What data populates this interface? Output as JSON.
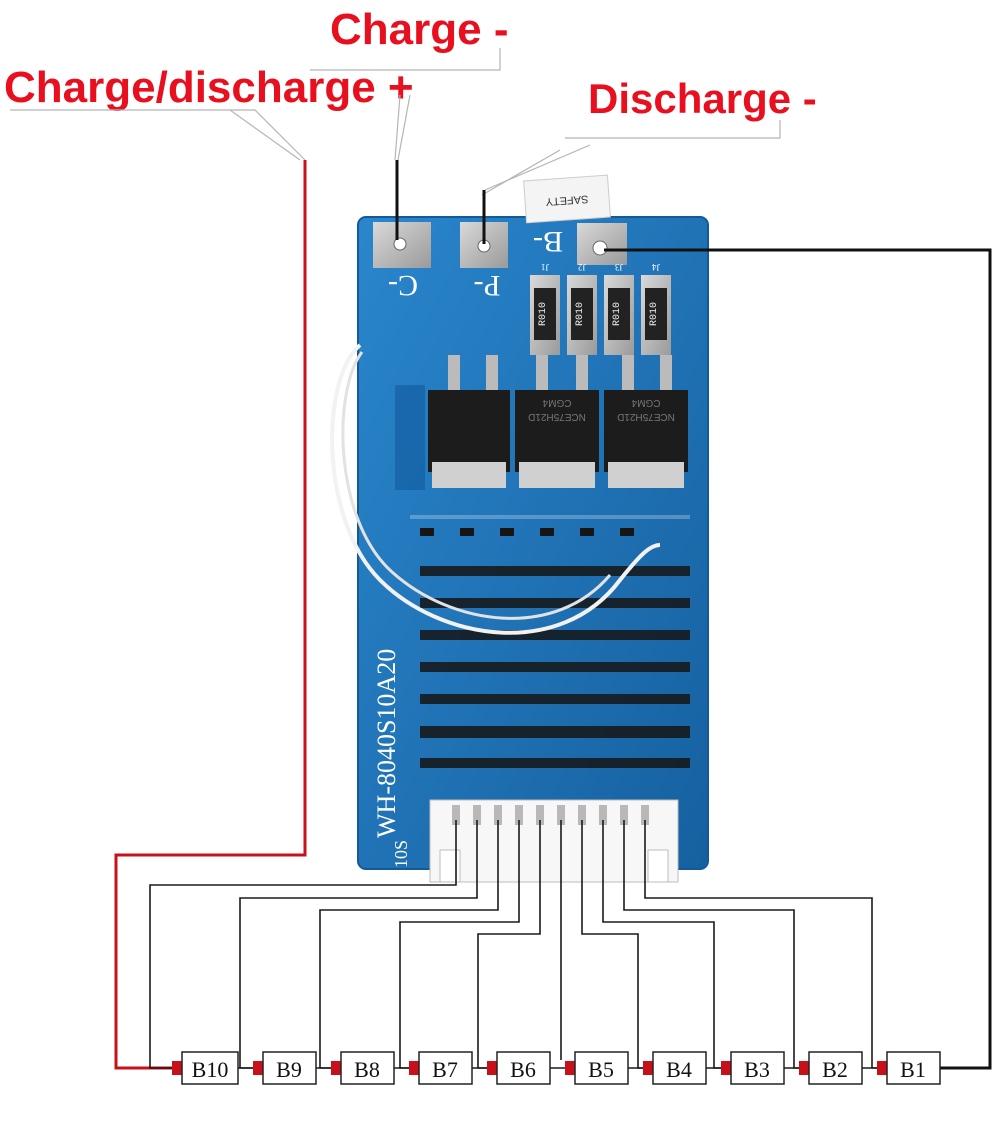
{
  "labels": {
    "charge_neg": "Charge -",
    "charge_discharge_pos": "Charge/discharge +",
    "discharge_neg": "Discharge -"
  },
  "board": {
    "model": "WH-8040S10A20",
    "series_mark": "10S",
    "pads": {
      "c_minus": "C-",
      "p_minus": "P-",
      "b_minus": "B-"
    },
    "shunts": [
      "R010",
      "R010",
      "R010",
      "R010"
    ],
    "shunt_refs": [
      "J1",
      "J2",
      "J3",
      "J4"
    ],
    "mosfet_text": [
      "NCE75H21D",
      "CGM4"
    ],
    "sticker": "SAFETY"
  },
  "cells": [
    "B10",
    "B9",
    "B8",
    "B7",
    "B6",
    "B5",
    "B4",
    "B3",
    "B2",
    "B1"
  ],
  "colors": {
    "board": "#1b6fb8",
    "board_edge": "#145a99",
    "pad": "#b9b9b9",
    "wire_red": "#c8101a",
    "wire_black": "#111111",
    "label_red": "#e8101e"
  }
}
